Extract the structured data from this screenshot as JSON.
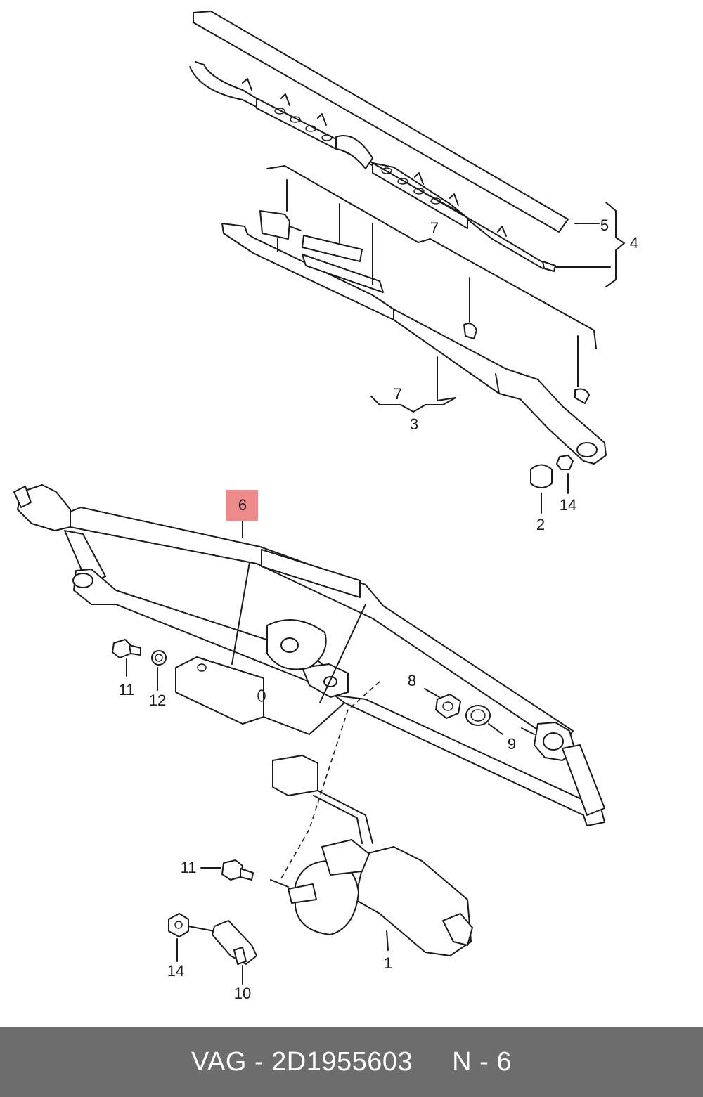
{
  "diagram": {
    "callouts": [
      {
        "id": "c1",
        "text": "1"
      },
      {
        "id": "c2",
        "text": "2"
      },
      {
        "id": "c3",
        "text": "3"
      },
      {
        "id": "c4",
        "text": "4"
      },
      {
        "id": "c5",
        "text": "5"
      },
      {
        "id": "c6",
        "text": "6",
        "highlighted": true
      },
      {
        "id": "c7a",
        "text": "7"
      },
      {
        "id": "c7b",
        "text": "7"
      },
      {
        "id": "c8",
        "text": "8"
      },
      {
        "id": "c9",
        "text": "9"
      },
      {
        "id": "c10",
        "text": "10"
      },
      {
        "id": "c11a",
        "text": "11"
      },
      {
        "id": "c11b",
        "text": "11"
      },
      {
        "id": "c12",
        "text": "12"
      },
      {
        "id": "c14a",
        "text": "14"
      },
      {
        "id": "c14b",
        "text": "14"
      }
    ],
    "highlight_color": "#f08a8a"
  },
  "footer": {
    "part_label": "VAG - 2D1955603",
    "position_label": "N - 6",
    "background_color": "#6d6d6d",
    "text_color": "#ffffff"
  }
}
